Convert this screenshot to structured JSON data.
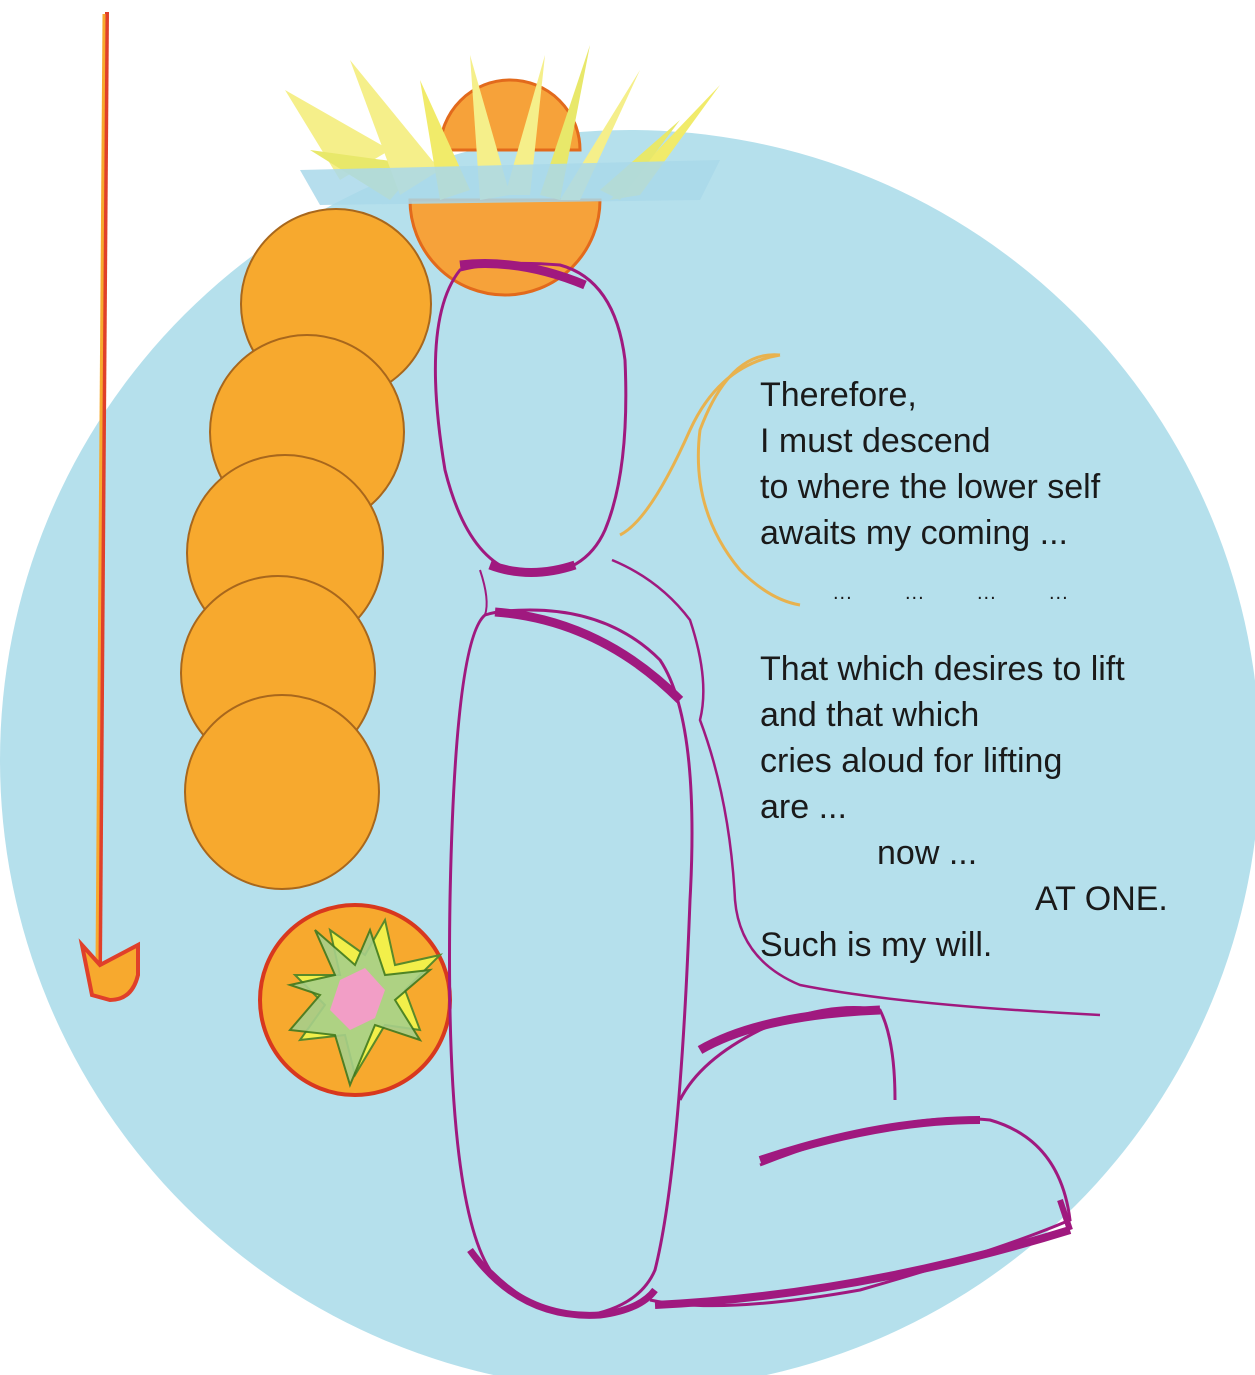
{
  "poem": {
    "stanza1": [
      "Therefore,",
      "I must descend",
      "to where the lower self",
      "awaits my coming ..."
    ],
    "dots": [
      "...",
      "...",
      "...",
      "..."
    ],
    "stanza2": [
      "That which desires to lift",
      "and that which",
      "cries aloud for lifting",
      "are ..."
    ],
    "now": "now ...",
    "at_one": "AT ONE.",
    "closing": "Such is my will."
  },
  "colors": {
    "background_disc": "#b5e0ec",
    "orange": "#f7a92e",
    "outline_purple": "#a0197f",
    "arrow_red": "#e0402a",
    "petal_yellow": "#f5ef8a",
    "lotus_center": "#f6a23a"
  }
}
